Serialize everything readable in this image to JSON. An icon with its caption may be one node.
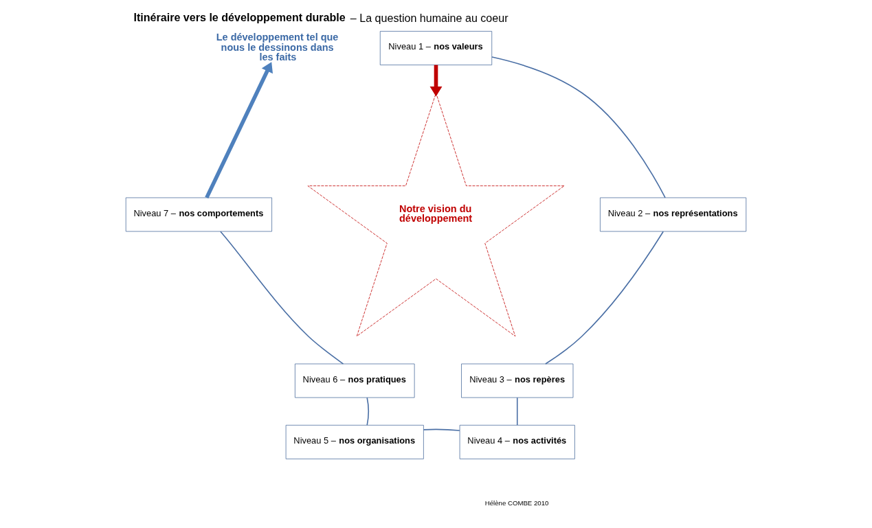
{
  "diagram": {
    "title": "**Itinéraire vers le développement durable** – La question humaine au coeur",
    "nodes": [
      {
        "text": [
          "Niveau 1 – **nos valeurs**"
        ]
      },
      {
        "text": [
          "Niveau 2 – **nos représentations**"
        ]
      },
      {
        "text": [
          "Niveau 3 – **nos repères**"
        ]
      },
      {
        "text": [
          "Niveau 4 – **nos activités**"
        ]
      },
      {
        "text": [
          "Niveau 5 – **nos organisations**"
        ]
      },
      {
        "text": [
          "Niveau 6 – **nos pratiques**"
        ]
      },
      {
        "text": [
          "Niveau 7 – **nos comportements**"
        ]
      },
      {
        "text": [
          "Notre vision du développement"
        ]
      },
      {
        "text": [
          "Le développement tel que nous le dessinons dans les faits"
        ]
      }
    ],
    "edges": [
      {
        "from": 0,
        "to": 1,
        "arrow": "none"
      },
      {
        "from": 1,
        "to": 2,
        "arrow": "none"
      },
      {
        "from": 2,
        "to": 3,
        "arrow": "none"
      },
      {
        "from": 3,
        "to": 4,
        "arrow": "none"
      },
      {
        "from": 4,
        "to": 5,
        "arrow": "none"
      },
      {
        "from": 5,
        "to": 6,
        "arrow": "none"
      },
      {
        "from": 6,
        "to": 8,
        "arrow": "to",
        "style": "thick",
        "color": "#4f81bd"
      },
      {
        "from": 0,
        "to": 7,
        "arrow": "to",
        "style": "thick",
        "color": "#c00000"
      }
    ],
    "labels": [
      "Hélène COMBE 2010"
    ]
  }
}
